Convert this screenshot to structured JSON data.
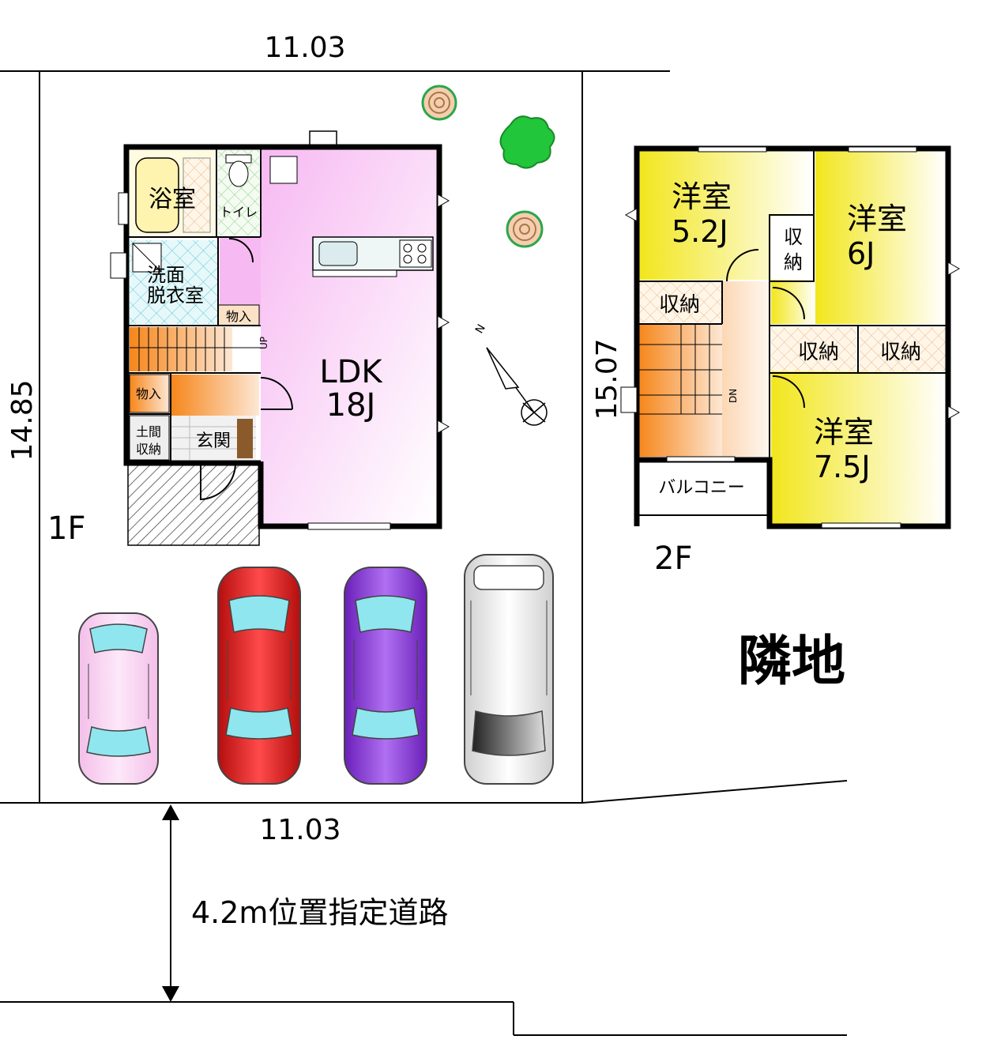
{
  "site": {
    "top_width": "11.03",
    "bottom_width": "11.03",
    "left_depth": "14.85",
    "road": "4.2m位置指定道路",
    "neighbor": "隣地"
  },
  "floor1": {
    "label": "1F",
    "rooms": {
      "bath": "浴室",
      "toilet": "トイレ",
      "washroom_line1": "洗面",
      "washroom_line2": "脱衣室",
      "storage_small": "物入",
      "storage_hall": "物入",
      "earthen_storage_line1": "土間",
      "earthen_storage_line2": "収納",
      "entrance": "玄関",
      "ldk_name": "LDK",
      "ldk_size": "18J"
    },
    "stair_label": "UP"
  },
  "floor2": {
    "label": "2F",
    "depth": "15.07",
    "rooms": {
      "western1_name": "洋室",
      "western1_size": "5.2J",
      "western2_name": "洋室",
      "western2_size": "6J",
      "western3_name": "洋室",
      "western3_size": "7.5J",
      "closet_center_line1": "収",
      "closet_center_line2": "納",
      "closet_left": "収納",
      "closet_right1": "収納",
      "closet_right2": "収納",
      "balcony": "バルコニー"
    },
    "stair_label": "DN"
  },
  "compass": {
    "label": "N"
  },
  "colors": {
    "ldk": "#fcd2f8",
    "western": "#f7ee2a",
    "hall": "#f9b878",
    "washroom": "#cdeff3",
    "bath": "#fff5bf",
    "car_pink": "#f9d4f2",
    "car_red": "#e21f1f",
    "car_purple": "#8e3fdc",
    "car_gray": "#e6e6e6",
    "tree_green": "#21c63a"
  }
}
